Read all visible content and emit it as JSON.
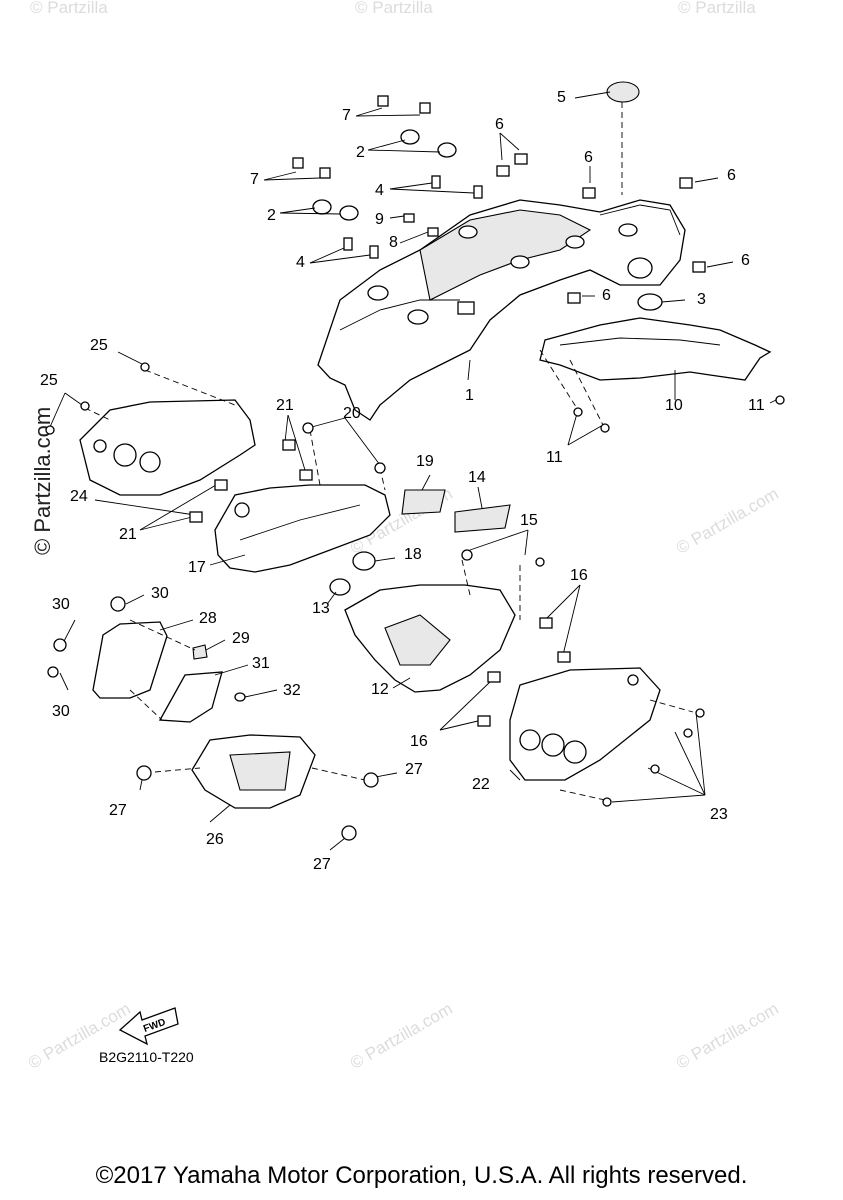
{
  "diagram": {
    "part_code": "B2G2110-T220",
    "copyright": "©2017 Yamaha Motor Corporation, U.S.A. All rights reserved.",
    "fwd_label": "FWD",
    "watermark": "© Partzilla.com",
    "watermark_short": "© Partzilla",
    "callouts": {
      "c1": "1",
      "c2a": "2",
      "c2b": "2",
      "c3": "3",
      "c4a": "4",
      "c4b": "4",
      "c5": "5",
      "c6a": "6",
      "c6b": "6",
      "c6c": "6",
      "c6d": "6",
      "c6e": "6",
      "c7a": "7",
      "c7b": "7",
      "c8": "8",
      "c9": "9",
      "c10": "10",
      "c11a": "11",
      "c11b": "11",
      "c12": "12",
      "c13": "13",
      "c14": "14",
      "c15": "15",
      "c16a": "16",
      "c16b": "16",
      "c17": "17",
      "c18": "18",
      "c19": "19",
      "c20": "20",
      "c21a": "21",
      "c21b": "21",
      "c22": "22",
      "c23": "23",
      "c24": "24",
      "c25a": "25",
      "c25b": "25",
      "c26": "26",
      "c27a": "27",
      "c27b": "27",
      "c27c": "27",
      "c28": "28",
      "c29": "29",
      "c30a": "30",
      "c30b": "30",
      "c30c": "30",
      "c31": "31",
      "c32": "32"
    }
  }
}
